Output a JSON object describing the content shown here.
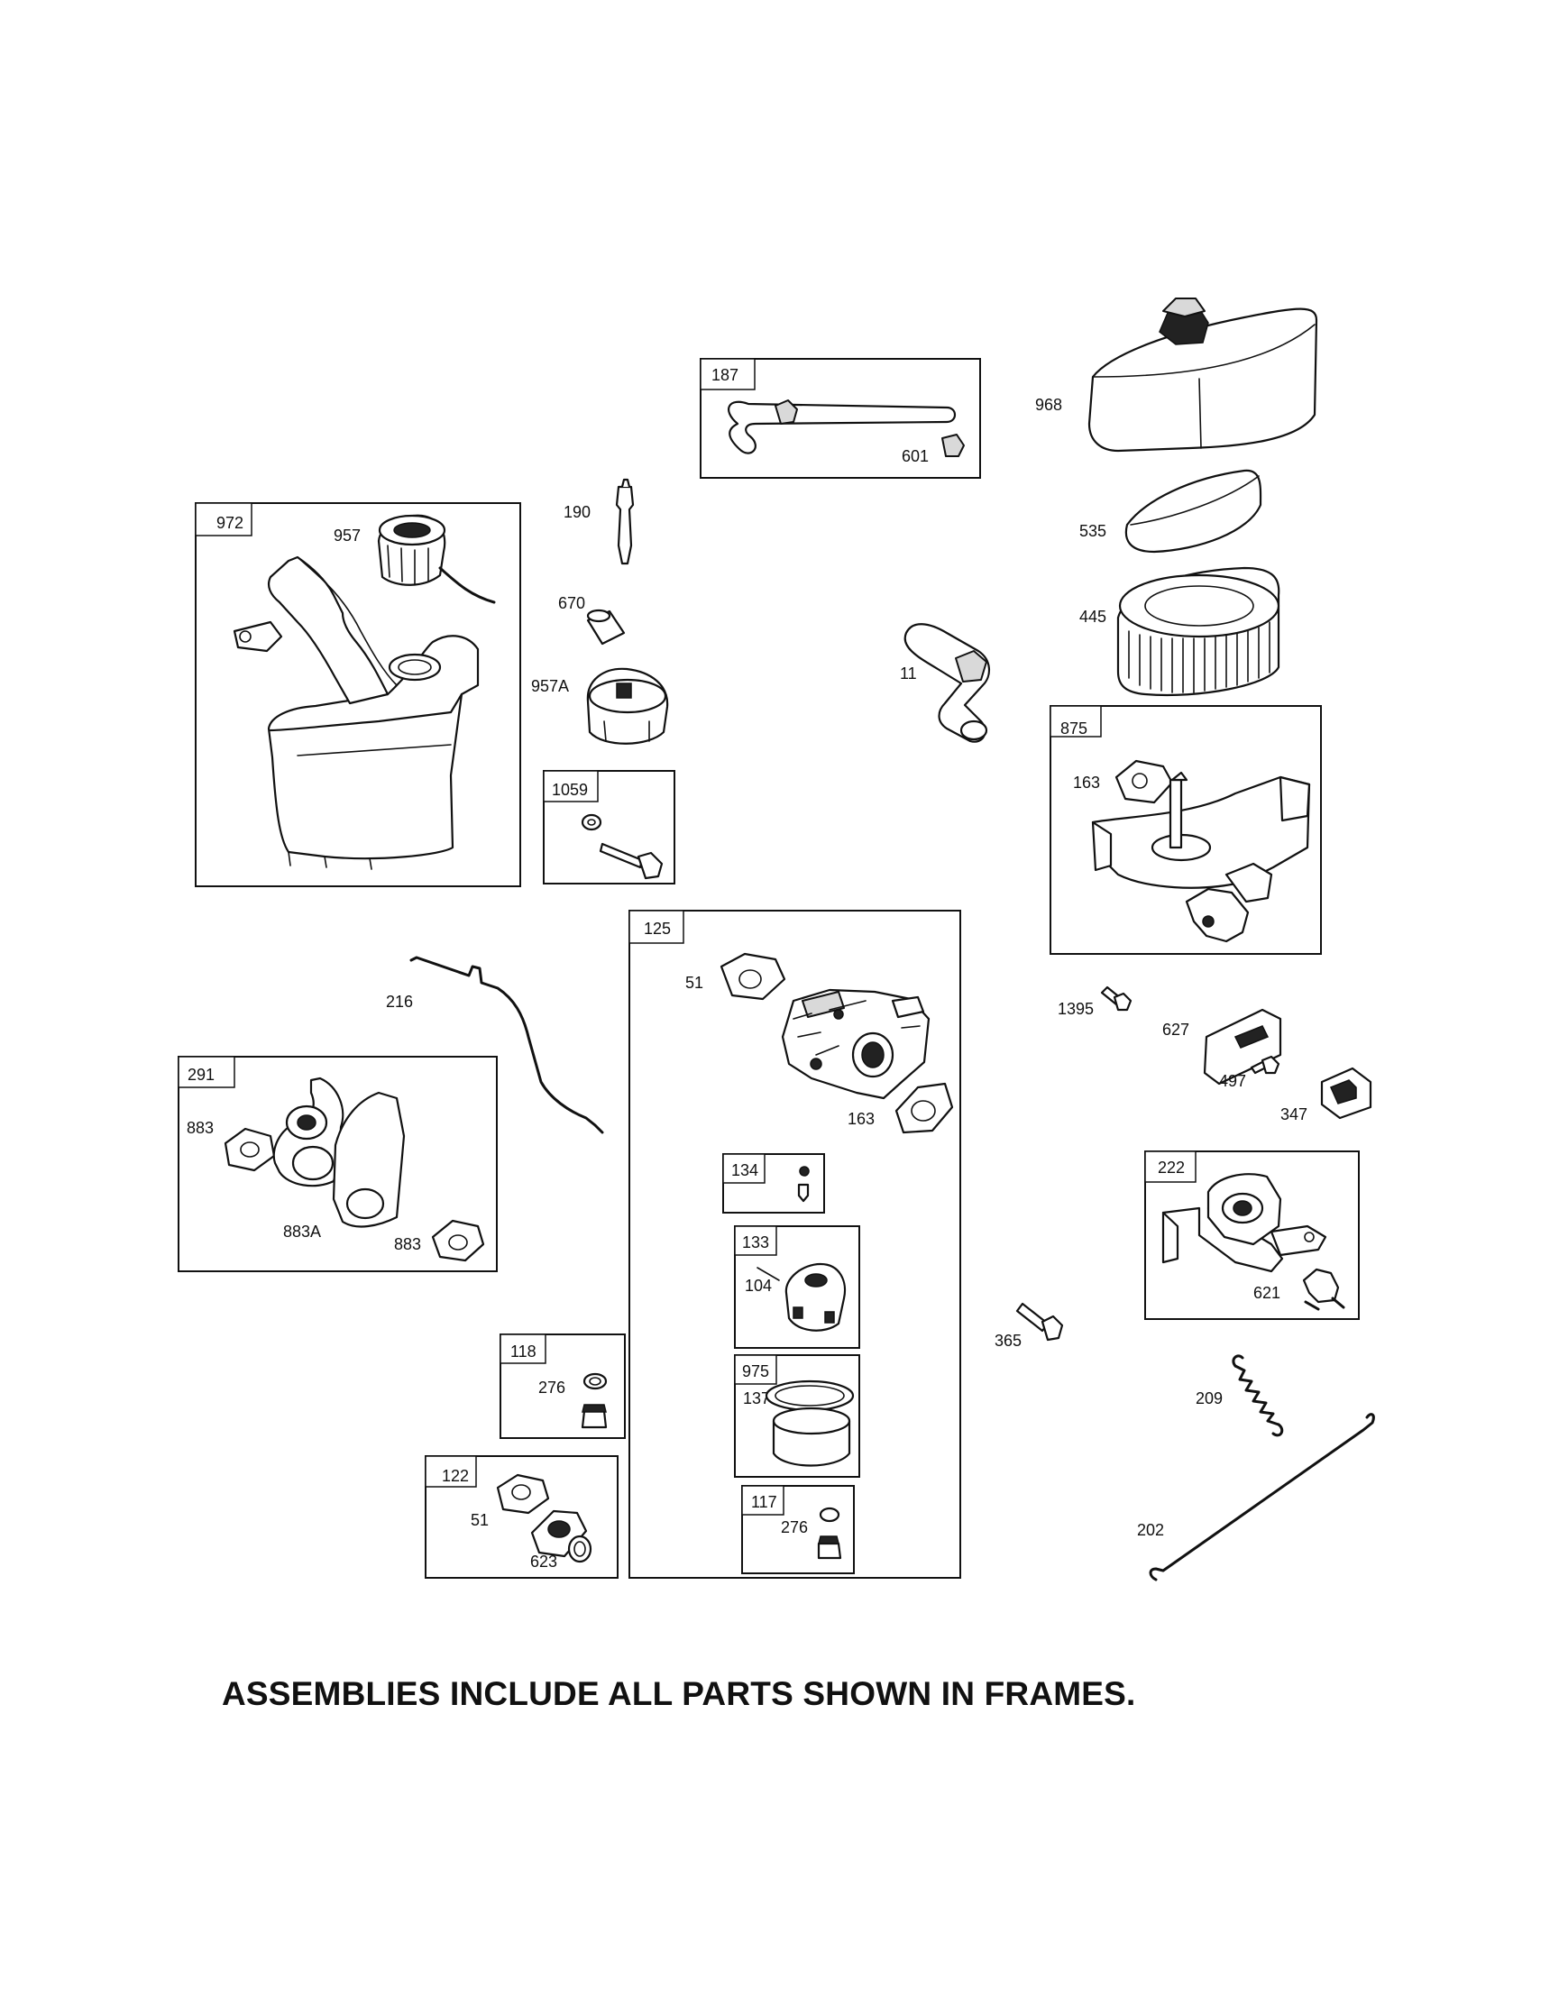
{
  "frames": {
    "f187": "187",
    "f972": "972",
    "f1059": "1059",
    "f875": "875",
    "f125": "125",
    "f291": "291",
    "f134": "134",
    "f133": "133",
    "f975": "975",
    "f118": "118",
    "f122": "122",
    "f117": "117",
    "f222": "222"
  },
  "parts": {
    "p601": "601",
    "p968": "968",
    "p957": "957",
    "p190": "190",
    "p670": "670",
    "p957A": "957A",
    "p11": "11",
    "p535": "535",
    "p445": "445",
    "p163a": "163",
    "p51a": "51",
    "p163b": "163",
    "p216": "216",
    "p883a": "883",
    "p883A": "883A",
    "p883b": "883",
    "p1395": "1395",
    "p627": "627",
    "p497": "497",
    "p347": "347",
    "p104": "104",
    "p621": "621",
    "p365": "365",
    "p276a": "276",
    "p137": "137",
    "p209": "209",
    "p51b": "51",
    "p623": "623",
    "p276b": "276",
    "p202": "202"
  },
  "footer": {
    "note": "ASSEMBLIES INCLUDE ALL PARTS SHOWN IN FRAMES."
  }
}
